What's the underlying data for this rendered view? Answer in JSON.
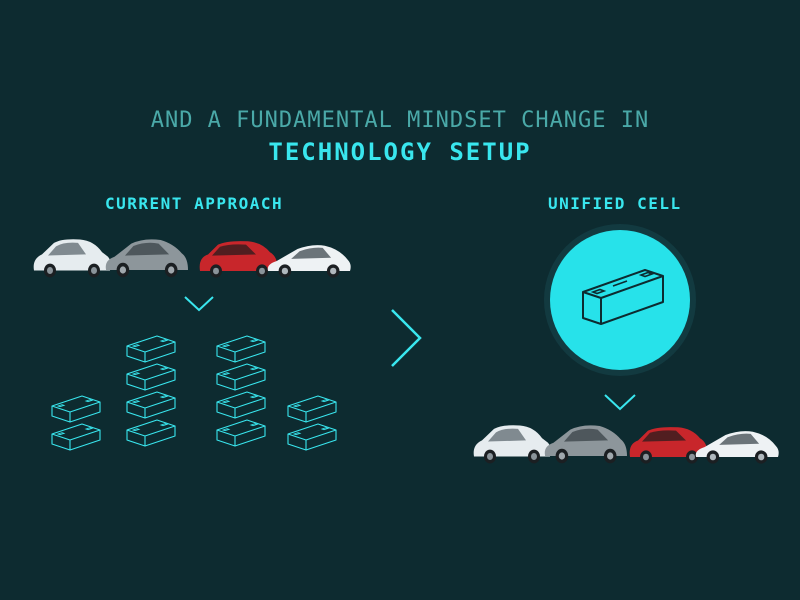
{
  "header": {
    "subtitle": "AND A FUNDAMENTAL MINDSET CHANGE IN",
    "title": "TECHNOLOGY SETUP"
  },
  "left": {
    "label": "CURRENT APPROACH"
  },
  "right": {
    "label": "UNIFIED CELL"
  },
  "colors": {
    "background": "#0d2b30",
    "accent": "#39e6ee",
    "muted": "#4aa9a8",
    "circle_outer": "#123a40",
    "circle_inner": "#27e2ea",
    "car_white": "#e6ecef",
    "car_silver": "#8d969b",
    "car_red": "#c8262b"
  }
}
